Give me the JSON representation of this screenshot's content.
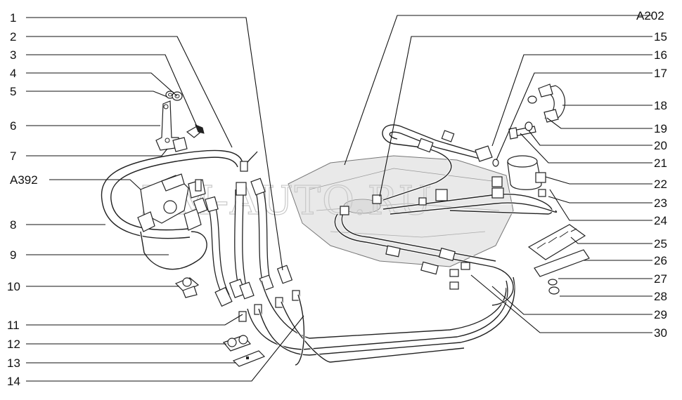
{
  "watermark": "DM-AUTO.RU",
  "callouts_left": [
    {
      "id": "1",
      "text": "1"
    },
    {
      "id": "2",
      "text": "2"
    },
    {
      "id": "3",
      "text": "3"
    },
    {
      "id": "4",
      "text": "4"
    },
    {
      "id": "5",
      "text": "5"
    },
    {
      "id": "6",
      "text": "6"
    },
    {
      "id": "7",
      "text": "7"
    },
    {
      "id": "A392",
      "text": "A392"
    },
    {
      "id": "8",
      "text": "8"
    },
    {
      "id": "9",
      "text": "9"
    },
    {
      "id": "10",
      "text": "10"
    },
    {
      "id": "11",
      "text": "11"
    },
    {
      "id": "12",
      "text": "12"
    },
    {
      "id": "13",
      "text": "13"
    },
    {
      "id": "14",
      "text": "14"
    }
  ],
  "callouts_right": [
    {
      "id": "A202",
      "text": "A202"
    },
    {
      "id": "15",
      "text": "15"
    },
    {
      "id": "16",
      "text": "16"
    },
    {
      "id": "17",
      "text": "17"
    },
    {
      "id": "18",
      "text": "18"
    },
    {
      "id": "19",
      "text": "19"
    },
    {
      "id": "20",
      "text": "20"
    },
    {
      "id": "21",
      "text": "21"
    },
    {
      "id": "22",
      "text": "22"
    },
    {
      "id": "23",
      "text": "23"
    },
    {
      "id": "24",
      "text": "24"
    },
    {
      "id": "25",
      "text": "25"
    },
    {
      "id": "26",
      "text": "26"
    },
    {
      "id": "27",
      "text": "27"
    },
    {
      "id": "28",
      "text": "28"
    },
    {
      "id": "29",
      "text": "29"
    },
    {
      "id": "30",
      "text": "30"
    }
  ]
}
